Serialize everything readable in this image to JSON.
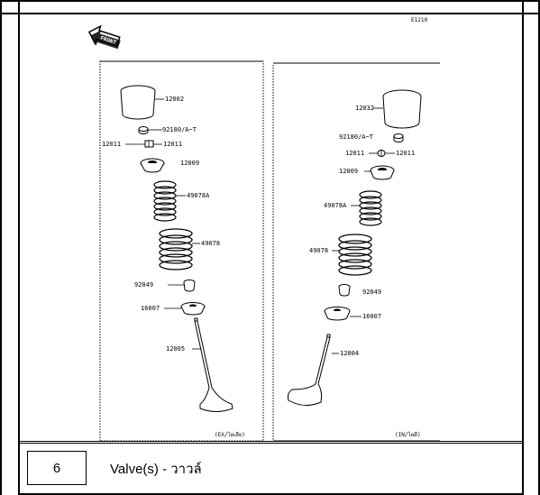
{
  "drawing_code": "E1210",
  "front_marker": "FRONT",
  "exhaust_panel": {
    "caption": "(EX/ไอเสีย)",
    "parts": {
      "tappet": "12002",
      "shim": "92180/A~T",
      "keeper_left": "12011",
      "keeper_right": "12011",
      "retainer": "12009",
      "inner_spring": "49078A",
      "outer_spring": "49078",
      "seal": "92049",
      "seat": "16007",
      "valve": "12005"
    }
  },
  "intake_panel": {
    "caption": "(IN/ไอดี)",
    "parts": {
      "tappet": "12032",
      "shim": "92180/A~T",
      "keeper_left": "12011",
      "keeper_right": "12011",
      "retainer": "12009",
      "inner_spring": "49078A",
      "outer_spring": "49078",
      "seal": "92049",
      "seat": "16007",
      "valve": "12004"
    }
  },
  "footer": {
    "section_number": "6",
    "section_title": "Valve(s) - วาวล์"
  }
}
